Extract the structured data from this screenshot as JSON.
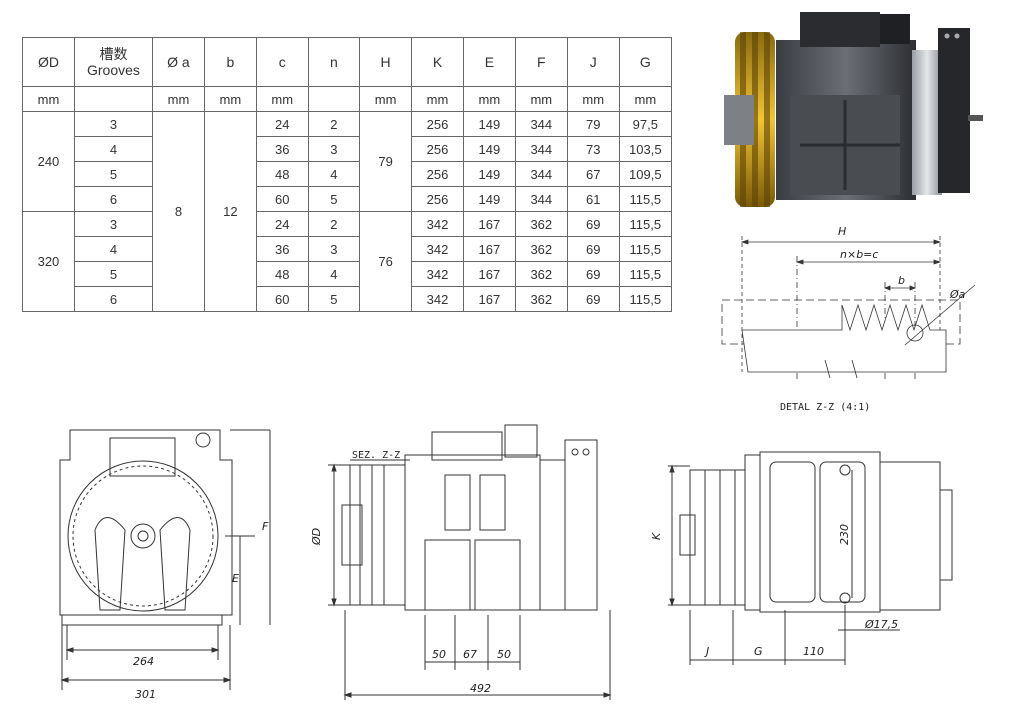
{
  "table": {
    "headers": [
      {
        "id": "od",
        "text": "ØD"
      },
      {
        "id": "grooves",
        "text": "槽数\nGrooves"
      },
      {
        "id": "oa",
        "text": "Ø a"
      },
      {
        "id": "b",
        "text": "b"
      },
      {
        "id": "c",
        "text": "c"
      },
      {
        "id": "n",
        "text": "n"
      },
      {
        "id": "h",
        "text": "H"
      },
      {
        "id": "k",
        "text": "K"
      },
      {
        "id": "e",
        "text": "E"
      },
      {
        "id": "f",
        "text": "F"
      },
      {
        "id": "j",
        "text": "J"
      },
      {
        "id": "g",
        "text": "G"
      }
    ],
    "units": [
      "mm",
      "",
      "mm",
      "mm",
      "mm",
      "",
      "mm",
      "mm",
      "mm",
      "mm",
      "mm",
      "mm"
    ],
    "oa_value": "8",
    "b_value": "12",
    "groups": [
      {
        "od": "240",
        "h": "79",
        "rows": [
          {
            "grooves": "3",
            "c": "24",
            "n": "2",
            "k": "256",
            "e": "149",
            "f": "344",
            "j": "79",
            "g": "97,5"
          },
          {
            "grooves": "4",
            "c": "36",
            "n": "3",
            "k": "256",
            "e": "149",
            "f": "344",
            "j": "73",
            "g": "103,5"
          },
          {
            "grooves": "5",
            "c": "48",
            "n": "4",
            "k": "256",
            "e": "149",
            "f": "344",
            "j": "67",
            "g": "109,5"
          },
          {
            "grooves": "6",
            "c": "60",
            "n": "5",
            "k": "256",
            "e": "149",
            "f": "344",
            "j": "61",
            "g": "115,5"
          }
        ]
      },
      {
        "od": "320",
        "h": "76",
        "rows": [
          {
            "grooves": "3",
            "c": "24",
            "n": "2",
            "k": "342",
            "e": "167",
            "f": "362",
            "j": "69",
            "g": "115,5"
          },
          {
            "grooves": "4",
            "c": "36",
            "n": "3",
            "k": "342",
            "e": "167",
            "f": "362",
            "j": "69",
            "g": "115,5"
          },
          {
            "grooves": "5",
            "c": "48",
            "n": "4",
            "k": "342",
            "e": "167",
            "f": "362",
            "j": "69",
            "g": "115,5"
          },
          {
            "grooves": "6",
            "c": "60",
            "n": "5",
            "k": "342",
            "e": "167",
            "f": "362",
            "j": "69",
            "g": "115,5"
          }
        ]
      }
    ]
  },
  "detail": {
    "h_label": "H",
    "nbc_label": "n×b=c",
    "b_label": "b",
    "oa_label": "Øa",
    "caption": "DETAL Z-Z (4:1)"
  },
  "front_view": {
    "f_label": "F",
    "e_label": "E",
    "dim_264": "264",
    "dim_301": "301"
  },
  "side_view": {
    "section_label": "SEZ. Z-Z",
    "od_label": "ØD",
    "dim_50a": "50",
    "dim_67": "67",
    "dim_50b": "50",
    "dim_492": "492"
  },
  "right_view": {
    "k_label": "K",
    "dim_230": "230",
    "dim_175": "Ø17,5",
    "j_label": "J",
    "g_label": "G",
    "dim_110": "110"
  }
}
